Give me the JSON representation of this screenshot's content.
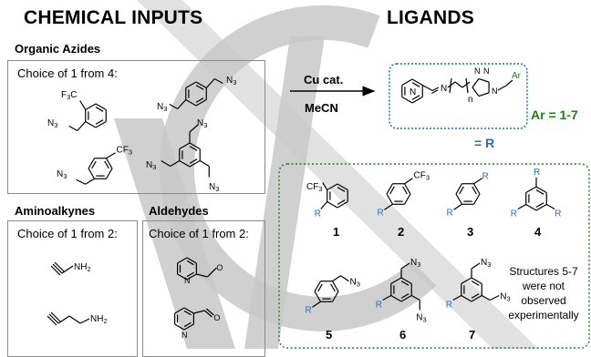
{
  "headings": {
    "inputs": "CHEMICAL INPUTS",
    "ligands": "LIGANDS"
  },
  "azides": {
    "title": "Organic Azides",
    "choice": "Choice of 1 from 4:"
  },
  "aminoalkynes": {
    "title": "Aminoalkynes",
    "choice": "Choice of 1 from 2:"
  },
  "aldehydes": {
    "title": "Aldehydes",
    "choice": "Choice of 1 from 2:"
  },
  "reaction": {
    "catalyst": "Cu cat.",
    "solvent": "MeCN"
  },
  "ligand": {
    "r_label": "= R",
    "ar_label": "Ar = 1-7",
    "n_sub": "n",
    "atom_N": "N"
  },
  "products": {
    "numbers": [
      "1",
      "2",
      "3",
      "4",
      "5",
      "6",
      "7"
    ],
    "note": "Structures 5-7 were not observed experimentally"
  },
  "atoms": {
    "cf3": "F3C",
    "cf3_right": "CF3",
    "n3": "N3",
    "nh2": "NH2",
    "r": "R",
    "o": "O",
    "n": "N"
  },
  "colors": {
    "blue": "#1f6fc1",
    "green": "#1e7f1e",
    "watermark": "#c8c8c8"
  }
}
